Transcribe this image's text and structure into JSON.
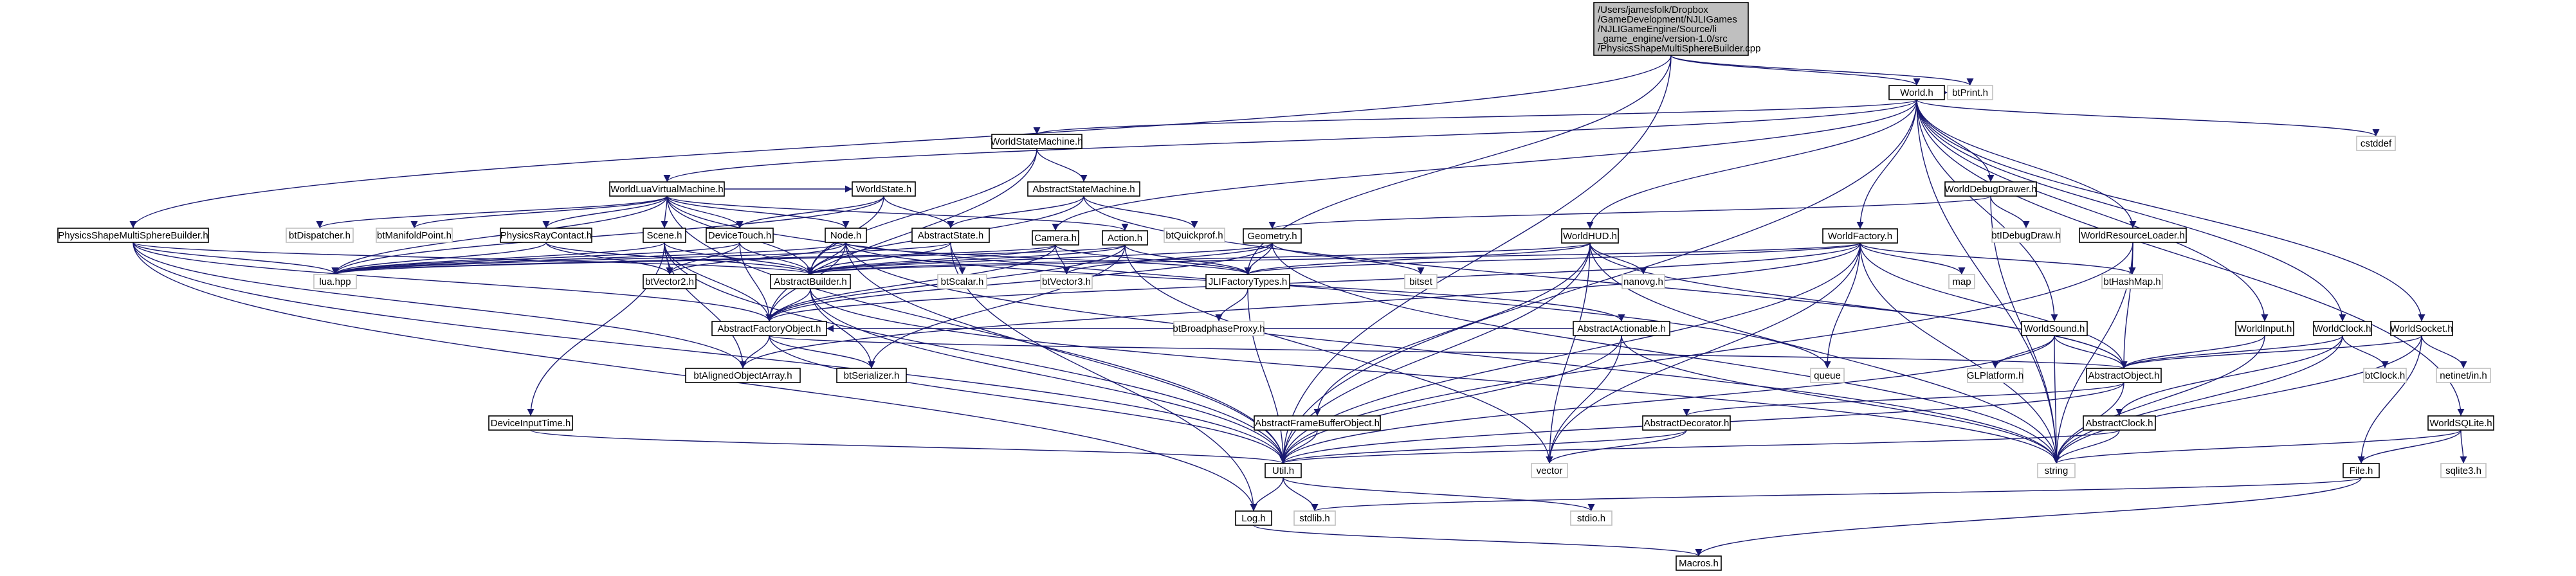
{
  "colors": {
    "root_fill": "#bfbfbf",
    "node_fill": "#ffffff",
    "ext_stroke": "#bfbfbf",
    "node_stroke": "#000000",
    "edge": "#191970",
    "text": "#000000"
  },
  "root": {
    "lines": [
      "/Users/jamesfolk/Dropbox",
      "/GameDevelopment/NJLIGames",
      "/NJLIGameEngine/Source/li",
      "_game_engine/version-1.0/src",
      "/PhysicsShapeMultiSphereBuilder.cpp"
    ]
  },
  "nodes": [
    {
      "id": "world",
      "label": "World.h"
    },
    {
      "id": "btprint",
      "label": "btPrint.h",
      "external": true
    },
    {
      "id": "cstddef",
      "label": "cstddef",
      "external": true
    },
    {
      "id": "worldstatemachine",
      "label": "WorldStateMachine.h"
    },
    {
      "id": "worldluavm",
      "label": "WorldLuaVirtualMachine.h"
    },
    {
      "id": "worldstate",
      "label": "WorldState.h"
    },
    {
      "id": "abstractstatemachine",
      "label": "AbstractStateMachine.h"
    },
    {
      "id": "worlddebugdrawer",
      "label": "WorldDebugDrawer.h"
    },
    {
      "id": "physicsmultisphere",
      "label": "PhysicsShapeMultiSphereBuilder.h"
    },
    {
      "id": "btdispatcher",
      "label": "btDispatcher.h",
      "external": true
    },
    {
      "id": "btmanifoldpoint",
      "label": "btManifoldPoint.h",
      "external": true
    },
    {
      "id": "physicsraycontact",
      "label": "PhysicsRayContact.h"
    },
    {
      "id": "scene",
      "label": "Scene.h"
    },
    {
      "id": "devicetouch",
      "label": "DeviceTouch.h"
    },
    {
      "id": "node",
      "label": "Node.h"
    },
    {
      "id": "abstractstate",
      "label": "AbstractState.h"
    },
    {
      "id": "btquickprof",
      "label": "btQuickprof.h",
      "external": true
    },
    {
      "id": "btdebugdraw",
      "label": "btIDebugDraw.h",
      "external": true
    },
    {
      "id": "worldresourceloader",
      "label": "WorldResourceLoader.h"
    },
    {
      "id": "camera",
      "label": "Camera.h"
    },
    {
      "id": "action",
      "label": "Action.h"
    },
    {
      "id": "geometry",
      "label": "Geometry.h"
    },
    {
      "id": "worldhud",
      "label": "WorldHUD.h"
    },
    {
      "id": "worldfactory",
      "label": "WorldFactory.h"
    },
    {
      "id": "luahpp",
      "label": "lua.hpp",
      "external": true
    },
    {
      "id": "btvector2",
      "label": "btVector2.h"
    },
    {
      "id": "abstractbuilder",
      "label": "AbstractBuilder.h"
    },
    {
      "id": "btscalar",
      "label": "btScalar.h",
      "external": true
    },
    {
      "id": "btvector3",
      "label": "btVector3.h",
      "external": true
    },
    {
      "id": "jlitypes",
      "label": "JLIFactoryTypes.h"
    },
    {
      "id": "bitset",
      "label": "bitset",
      "external": true
    },
    {
      "id": "nanovg",
      "label": "nanovg.h",
      "external": true
    },
    {
      "id": "map",
      "label": "map",
      "external": true
    },
    {
      "id": "bthashmap",
      "label": "btHashMap.h",
      "external": true
    },
    {
      "id": "btbroadphaseproxy",
      "label": "btBroadphaseProxy.h",
      "external": true
    },
    {
      "id": "abstractfactoryobject",
      "label": "AbstractFactoryObject.h"
    },
    {
      "id": "abstractactionable",
      "label": "AbstractActionable.h"
    },
    {
      "id": "worldsound",
      "label": "WorldSound.h"
    },
    {
      "id": "worldinput",
      "label": "WorldInput.h"
    },
    {
      "id": "worldclock",
      "label": "WorldClock.h"
    },
    {
      "id": "worldsocket",
      "label": "WorldSocket.h"
    },
    {
      "id": "btalignedobjectarray",
      "label": "btAlignedObjectArray.h"
    },
    {
      "id": "btserializer",
      "label": "btSerializer.h"
    },
    {
      "id": "queue",
      "label": "queue",
      "external": true
    },
    {
      "id": "glplatform",
      "label": "GLPlatform.h",
      "external": true
    },
    {
      "id": "abstractobject",
      "label": "AbstractObject.h"
    },
    {
      "id": "btclock",
      "label": "btClock.h",
      "external": true
    },
    {
      "id": "netinet",
      "label": "netinet/in.h",
      "external": true
    },
    {
      "id": "deviceinputtime",
      "label": "DeviceInputTime.h"
    },
    {
      "id": "abstractframebuffer",
      "label": "AbstractFrameBufferObject.h"
    },
    {
      "id": "abstractdecorator",
      "label": "AbstractDecorator.h"
    },
    {
      "id": "abstractclock",
      "label": "AbstractClock.h"
    },
    {
      "id": "worldsqlite",
      "label": "WorldSQLite.h"
    },
    {
      "id": "vector",
      "label": "vector",
      "external": true
    },
    {
      "id": "util",
      "label": "Util.h"
    },
    {
      "id": "string",
      "label": "string",
      "external": true
    },
    {
      "id": "sqlite3",
      "label": "sqlite3.h",
      "external": true
    },
    {
      "id": "file",
      "label": "File.h"
    },
    {
      "id": "log",
      "label": "Log.h"
    },
    {
      "id": "stdlib",
      "label": "stdlib.h",
      "external": true
    },
    {
      "id": "stdio",
      "label": "stdio.h",
      "external": true
    },
    {
      "id": "macros",
      "label": "Macros.h"
    }
  ],
  "edges": [
    [
      "root",
      "world"
    ],
    [
      "root",
      "btprint"
    ],
    [
      "root",
      "physicsmultisphere"
    ],
    [
      "root",
      "jlitypes"
    ],
    [
      "root",
      "util"
    ],
    [
      "world",
      "btprint"
    ],
    [
      "world",
      "cstddef"
    ],
    [
      "world",
      "worldstatemachine"
    ],
    [
      "world",
      "worldluavm"
    ],
    [
      "world",
      "worlddebugdrawer"
    ],
    [
      "world",
      "worldresourceloader"
    ],
    [
      "world",
      "camera"
    ],
    [
      "world",
      "worldhud"
    ],
    [
      "world",
      "worldfactory"
    ],
    [
      "world",
      "worldsound"
    ],
    [
      "world",
      "worldinput"
    ],
    [
      "world",
      "worldclock"
    ],
    [
      "world",
      "worldsocket"
    ],
    [
      "world",
      "worldsqlite"
    ],
    [
      "world",
      "string"
    ],
    [
      "world",
      "util"
    ],
    [
      "worldstatemachine",
      "abstractstatemachine"
    ],
    [
      "worldstatemachine",
      "abstractfactoryobject"
    ],
    [
      "worldstatemachine",
      "abstractbuilder"
    ],
    [
      "abstractstatemachine",
      "abstractstate"
    ],
    [
      "abstractstatemachine",
      "btquickprof"
    ],
    [
      "abstractstatemachine",
      "abstractobject"
    ],
    [
      "abstractstatemachine",
      "abstractbuilder"
    ],
    [
      "worldluavm",
      "worldstate"
    ],
    [
      "worldluavm",
      "btdispatcher"
    ],
    [
      "worldluavm",
      "btmanifoldpoint"
    ],
    [
      "worldluavm",
      "physicsraycontact"
    ],
    [
      "worldluavm",
      "scene"
    ],
    [
      "worldluavm",
      "devicetouch"
    ],
    [
      "worldluavm",
      "node"
    ],
    [
      "worldluavm",
      "action"
    ],
    [
      "worldluavm",
      "luahpp"
    ],
    [
      "worldluavm",
      "abstractbuilder"
    ],
    [
      "worldluavm",
      "util"
    ],
    [
      "worldluavm",
      "queue"
    ],
    [
      "worldstate",
      "abstractstate"
    ],
    [
      "worldstate",
      "devicetouch"
    ],
    [
      "worldstate",
      "luahpp"
    ],
    [
      "worldstate",
      "abstractbuilder"
    ],
    [
      "worlddebugdrawer",
      "btdebugdraw"
    ],
    [
      "worlddebugdrawer",
      "geometry"
    ],
    [
      "worlddebugdrawer",
      "string"
    ],
    [
      "physicsmultisphere",
      "abstractbuilder"
    ],
    [
      "physicsmultisphere",
      "abstractfactoryobject"
    ],
    [
      "physicsmultisphere",
      "btalignedobjectarray"
    ],
    [
      "physicsmultisphere",
      "util"
    ],
    [
      "physicsmultisphere",
      "log"
    ],
    [
      "physicsmultisphere",
      "luahpp"
    ],
    [
      "physicsraycontact",
      "luahpp"
    ],
    [
      "physicsraycontact",
      "btvector2"
    ],
    [
      "physicsraycontact",
      "abstractbuilder"
    ],
    [
      "scene",
      "luahpp"
    ],
    [
      "scene",
      "btvector2"
    ],
    [
      "scene",
      "abstractbuilder"
    ],
    [
      "scene",
      "abstractfactoryobject"
    ],
    [
      "scene",
      "btalignedobjectarray"
    ],
    [
      "scene",
      "deviceinputtime"
    ],
    [
      "scene",
      "util"
    ],
    [
      "devicetouch",
      "btvector2"
    ],
    [
      "devicetouch",
      "abstractbuilder"
    ],
    [
      "devicetouch",
      "abstractfactoryobject"
    ],
    [
      "devicetouch",
      "luahpp"
    ],
    [
      "node",
      "abstractbuilder"
    ],
    [
      "node",
      "abstractfactoryobject"
    ],
    [
      "node",
      "abstractactionable"
    ],
    [
      "node",
      "btvector2"
    ],
    [
      "node",
      "jlitypes"
    ],
    [
      "node",
      "luahpp"
    ],
    [
      "node",
      "string"
    ],
    [
      "node",
      "util"
    ],
    [
      "abstractstate",
      "luahpp"
    ],
    [
      "abstractstate",
      "btscalar"
    ],
    [
      "abstractstate",
      "abstractbuilder"
    ],
    [
      "abstractstate",
      "log"
    ],
    [
      "camera",
      "btvector3"
    ],
    [
      "camera",
      "abstractbuilder"
    ],
    [
      "camera",
      "jlitypes"
    ],
    [
      "camera",
      "abstractfactoryobject"
    ],
    [
      "camera",
      "luahpp"
    ],
    [
      "action",
      "abstractbuilder"
    ],
    [
      "action",
      "abstractfactoryobject"
    ],
    [
      "action",
      "jlitypes"
    ],
    [
      "action",
      "btserializer"
    ],
    [
      "action",
      "vector"
    ],
    [
      "action",
      "luahpp"
    ],
    [
      "geometry",
      "abstractbuilder"
    ],
    [
      "geometry",
      "bitset"
    ],
    [
      "geometry",
      "jlitypes"
    ],
    [
      "geometry",
      "abstractfactoryobject"
    ],
    [
      "geometry",
      "btvector3"
    ],
    [
      "geometry",
      "string"
    ],
    [
      "worldhud",
      "nanovg"
    ],
    [
      "worldhud",
      "jlitypes"
    ],
    [
      "worldhud",
      "abstractbuilder"
    ],
    [
      "worldhud",
      "abstractframebuffer"
    ],
    [
      "worldhud",
      "util"
    ],
    [
      "worldhud",
      "abstractobject"
    ],
    [
      "worldhud",
      "string"
    ],
    [
      "worldhud",
      "vector"
    ],
    [
      "worldfactory",
      "map"
    ],
    [
      "worldfactory",
      "bthashmap"
    ],
    [
      "worldfactory",
      "jlitypes"
    ],
    [
      "worldfactory",
      "abstractbuilder"
    ],
    [
      "worldfactory",
      "abstractfactoryobject"
    ],
    [
      "worldfactory",
      "btalignedobjectarray"
    ],
    [
      "worldfactory",
      "queue"
    ],
    [
      "worldfactory",
      "string"
    ],
    [
      "worldfactory",
      "util"
    ],
    [
      "worldfactory",
      "vector"
    ],
    [
      "worldfactory",
      "abstractobject"
    ],
    [
      "worldresourceloader",
      "bthashmap"
    ],
    [
      "worldresourceloader",
      "abstractobject"
    ],
    [
      "worldresourceloader",
      "util"
    ],
    [
      "worldresourceloader",
      "string"
    ],
    [
      "abstractbuilder",
      "abstractfactoryobject"
    ],
    [
      "abstractbuilder",
      "btserializer"
    ],
    [
      "abstractbuilder",
      "util"
    ],
    [
      "abstractbuilder",
      "string"
    ],
    [
      "jlitypes",
      "btbroadphaseproxy"
    ],
    [
      "jlitypes",
      "util"
    ],
    [
      "abstractfactoryobject",
      "btalignedobjectarray"
    ],
    [
      "abstractfactoryobject",
      "btserializer"
    ],
    [
      "abstractfactoryobject",
      "abstractobject"
    ],
    [
      "abstractfactoryobject",
      "util"
    ],
    [
      "abstractactionable",
      "abstractfactoryobject"
    ],
    [
      "abstractactionable",
      "string"
    ],
    [
      "abstractactionable",
      "vector"
    ],
    [
      "abstractactionable",
      "util"
    ],
    [
      "worldsound",
      "glplatform"
    ],
    [
      "worldsound",
      "abstractobject"
    ],
    [
      "worldsound",
      "string"
    ],
    [
      "worldsound",
      "util"
    ],
    [
      "worldinput",
      "abstractobject"
    ],
    [
      "worldinput",
      "string"
    ],
    [
      "worldclock",
      "btclock"
    ],
    [
      "worldclock",
      "abstractclock"
    ],
    [
      "worldclock",
      "abstractobject"
    ],
    [
      "worldclock",
      "string"
    ],
    [
      "worldsocket",
      "netinet"
    ],
    [
      "worldsocket",
      "abstractobject"
    ],
    [
      "worldsocket",
      "string"
    ],
    [
      "worldsocket",
      "file"
    ],
    [
      "abstractobject",
      "abstractdecorator"
    ],
    [
      "abstractobject",
      "string"
    ],
    [
      "abstractobject",
      "util"
    ],
    [
      "abstractdecorator",
      "vector"
    ],
    [
      "abstractdecorator",
      "util"
    ],
    [
      "abstractclock",
      "util"
    ],
    [
      "abstractclock",
      "string"
    ],
    [
      "worldsqlite",
      "sqlite3"
    ],
    [
      "worldsqlite",
      "string"
    ],
    [
      "worldsqlite",
      "file"
    ],
    [
      "deviceinputtime",
      "util"
    ],
    [
      "abstractframebuffer",
      "util"
    ],
    [
      "util",
      "log"
    ],
    [
      "util",
      "stdlib"
    ],
    [
      "util",
      "stdio"
    ],
    [
      "file",
      "stdlib"
    ],
    [
      "file",
      "macros"
    ],
    [
      "log",
      "macros"
    ]
  ]
}
